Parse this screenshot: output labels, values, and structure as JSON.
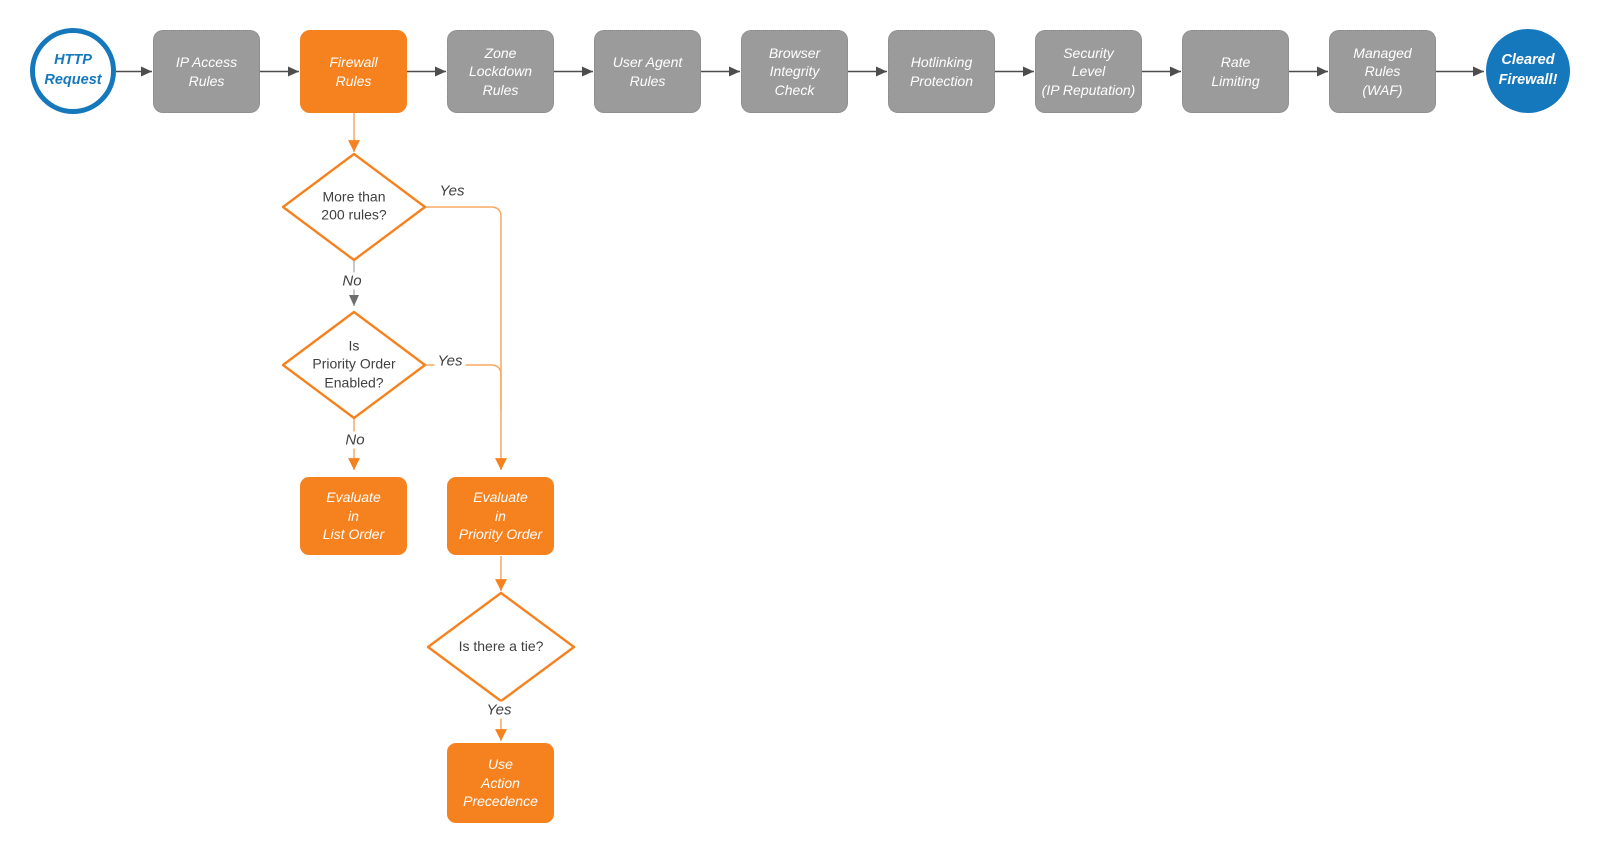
{
  "diagram": {
    "colors": {
      "accent_orange": "#F6821F",
      "orange_connector": "#F9A963",
      "accent_blue": "#1578BD",
      "gray_node": "#9B9B9B",
      "gray_connector": "#4D4D4D",
      "text_dark": "#404040"
    },
    "start": {
      "label": "HTTP\nRequest"
    },
    "end": {
      "label": "Cleared\nFirewall!"
    },
    "steps": [
      {
        "label": "IP Access\nRules"
      },
      {
        "label": "Firewall\nRules"
      },
      {
        "label": "Zone\nLockdown\nRules"
      },
      {
        "label": "User Agent\nRules"
      },
      {
        "label": "Browser\nIntegrity\nCheck"
      },
      {
        "label": "Hotlinking\nProtection"
      },
      {
        "label": "Security\nLevel\n(IP Reputation)"
      },
      {
        "label": "Rate\nLimiting"
      },
      {
        "label": "Managed\nRules\n(WAF)"
      }
    ],
    "decisions": [
      {
        "label": "More than\n200 rules?"
      },
      {
        "label": "Is\nPriority Order\nEnabled?"
      },
      {
        "label": "Is there a tie?"
      }
    ],
    "actions": [
      {
        "label": "Evaluate\nin\nList Order"
      },
      {
        "label": "Evaluate\nin\nPriority Order"
      },
      {
        "label": "Use\nAction\nPrecedence"
      }
    ],
    "edge_labels": {
      "d1_yes": "Yes",
      "d1_no": "No",
      "d2_yes": "Yes",
      "d2_no": "No",
      "d3_yes": "Yes"
    }
  }
}
